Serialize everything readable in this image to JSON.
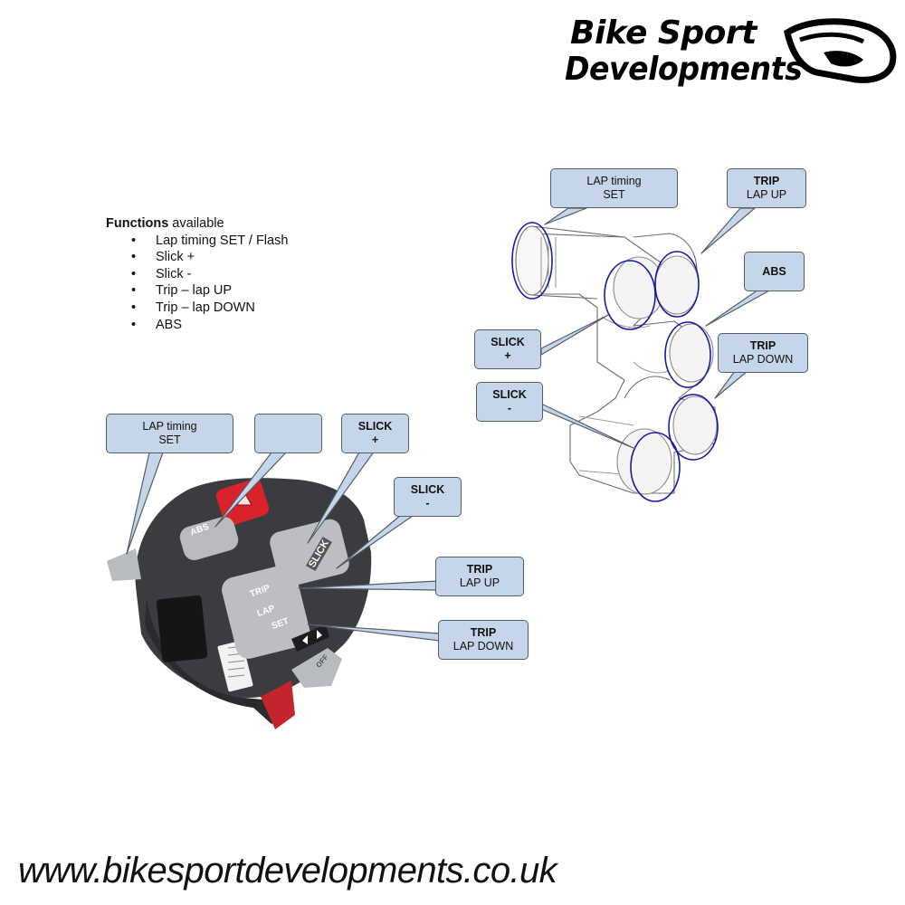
{
  "logo": {
    "line1": "Bike Sport",
    "line2": "Developments",
    "icon": "helmet-icon"
  },
  "functions": {
    "title": "Functions",
    "title_suffix": " available",
    "items": [
      "Lap timing SET / Flash",
      "Slick +",
      "Slick -",
      "Trip – lap UP",
      "Trip – lap DOWN",
      "ABS"
    ]
  },
  "diagram_callouts": {
    "lap_timing": {
      "line1": "LAP timing",
      "line2": "SET"
    },
    "trip_lap_up": {
      "line1": "TRIP",
      "line2": "LAP UP"
    },
    "abs": {
      "line1": "ABS"
    },
    "slick_plus": {
      "line1": "SLICK",
      "line2": "+"
    },
    "trip_lap_down": {
      "line1": "TRIP",
      "line2": "LAP DOWN"
    },
    "slick_minus": {
      "line1": "SLICK",
      "line2": "-"
    }
  },
  "photo_callouts": {
    "lap_timing": {
      "line1": "LAP timing",
      "line2": "SET"
    },
    "blank": {
      "line1": ""
    },
    "slick_plus": {
      "line1": "SLICK",
      "line2": "+"
    },
    "slick_minus": {
      "line1": "SLICK",
      "line2": "-"
    },
    "trip_lap_up": {
      "line1": "TRIP",
      "line2": "LAP UP"
    },
    "trip_lap_down": {
      "line1": "TRIP",
      "line2": "LAP DOWN"
    }
  },
  "switch_labels": {
    "abs": "ABS",
    "slick": "SLICK",
    "trip": "TRIP",
    "lap": "LAP",
    "set": "SET",
    "off": "OFF"
  },
  "colors": {
    "callout_fill": "#c6d6ea",
    "ring": "#1a1aa8",
    "switch_body": "#3a3c40",
    "red_button": "#d8232a"
  },
  "footer": {
    "url": "www.bikesportdevelopments.co.uk"
  }
}
